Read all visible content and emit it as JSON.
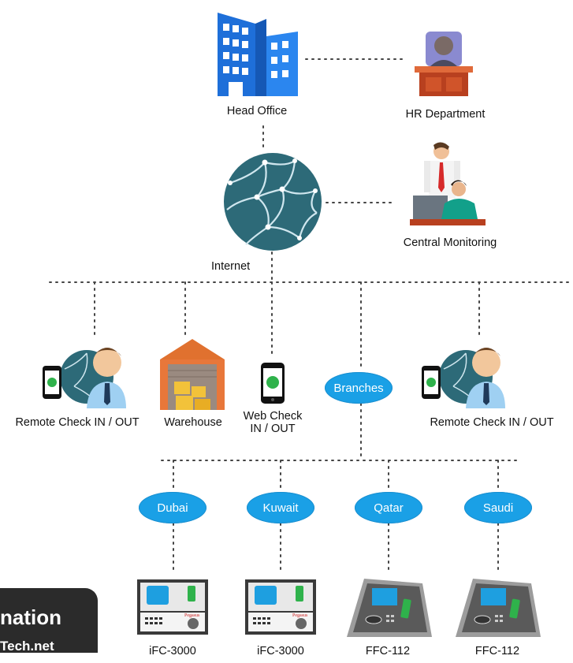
{
  "labels": {
    "head_office": "Head Office",
    "hr_department": "HR Department",
    "central_monitoring": "Central Monitoring",
    "internet": "Internet",
    "remote_check_left": "Remote Check IN / OUT",
    "warehouse": "Warehouse",
    "web_check_line1": "Web Check",
    "web_check_line2": "IN / OUT",
    "remote_check_right": "Remote Check IN / OUT"
  },
  "ovals": {
    "branches": "Branches",
    "dubai": "Dubai",
    "kuwait": "Kuwait",
    "qatar": "Qatar",
    "saudi": "Saudi"
  },
  "devices": {
    "d1": "iFC-3000",
    "d2": "iFC-3000",
    "d3": "FFC-112",
    "d4": "FFC-112",
    "brand_mark": "Pegasus"
  },
  "badge": {
    "line1": "nation",
    "line2": "Tech.net"
  },
  "colors": {
    "oval_blue": "#1aa0e6",
    "globe_teal": "#2d6a78",
    "building_blue": "#1e6fd9",
    "dotted_line": "#444444"
  },
  "icons": {
    "head_office": "office-building-icon",
    "hr": "manager-desk-icon",
    "monitoring": "monitoring-team-icon",
    "internet": "internet-globe-icon",
    "remote": "remote-user-phone-icon",
    "warehouse": "warehouse-icon",
    "web_check": "android-phone-icon",
    "terminal_flat": "biometric-terminal-icon",
    "terminal_angled": "face-terminal-icon"
  }
}
